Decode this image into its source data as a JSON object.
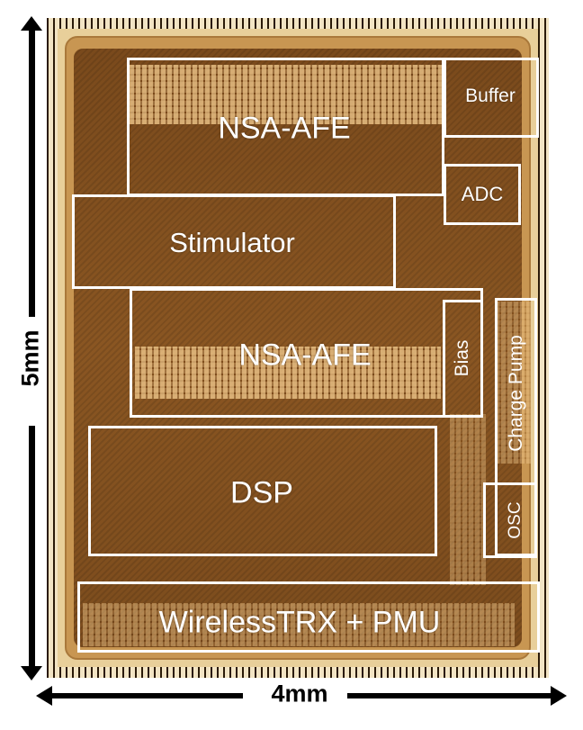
{
  "figure": {
    "dimensions": {
      "height_label": "5mm",
      "width_label": "4mm"
    },
    "blocks": [
      {
        "id": "nsa-afe-top",
        "label": "NSA-AFE"
      },
      {
        "id": "buffer",
        "label": "Buffer"
      },
      {
        "id": "adc",
        "label": "ADC"
      },
      {
        "id": "stimulator",
        "label": "Stimulator"
      },
      {
        "id": "nsa-afe-bottom",
        "label": "NSA-AFE"
      },
      {
        "id": "bias",
        "label": "Bias"
      },
      {
        "id": "charge-pump",
        "label": "Charge Pump"
      },
      {
        "id": "dsp",
        "label": "DSP"
      },
      {
        "id": "osc",
        "label": "OSC"
      },
      {
        "id": "wireless-trx-pmu",
        "label": "WirelessTRX + PMU"
      }
    ],
    "colors": {
      "box_outline": "#ffffff",
      "die_core": "#7a4a1c",
      "metal_fill": "#e8c58a",
      "arrow": "#000000"
    }
  }
}
